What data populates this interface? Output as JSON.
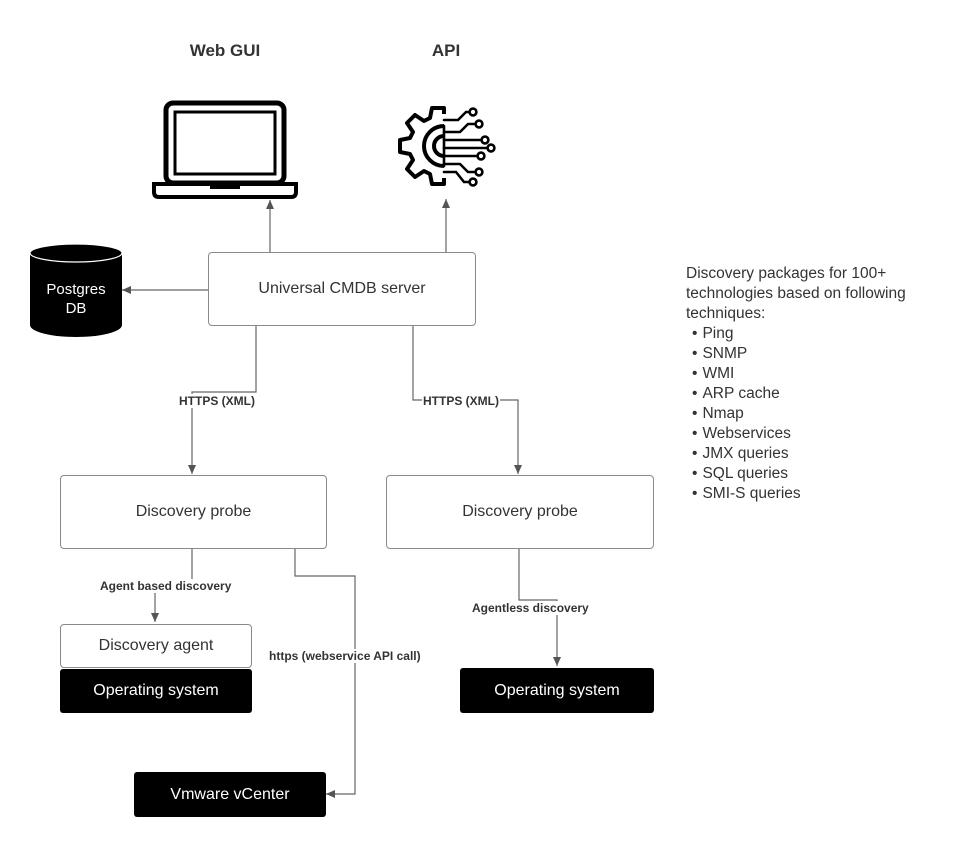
{
  "headings": {
    "web_gui": "Web GUI",
    "api": "API"
  },
  "nodes": {
    "cmdb_server": "Universal CMDB server",
    "postgres_line1": "Postgres",
    "postgres_line2": "DB",
    "probe_left": "Discovery probe",
    "probe_right": "Discovery probe",
    "discovery_agent": "Discovery agent",
    "os_left": "Operating system",
    "os_right": "Operating system",
    "vcenter": "Vmware vCenter"
  },
  "connections": {
    "https_left": "HTTPS (XML)",
    "https_right": "HTTPS (XML)",
    "agent_based": "Agent based discovery",
    "agentless": "Agentless discovery",
    "webservice": "https (webservice API call)"
  },
  "side_note": {
    "intro": "Discovery packages for 100+ technologies based on following techniques:",
    "techniques": [
      "Ping",
      "SNMP",
      "WMI",
      "ARP cache",
      "Nmap",
      "Webservices",
      "JMX queries",
      "SQL queries",
      "SMI-S queries"
    ]
  },
  "icons": {
    "web_gui": "laptop-icon",
    "api": "api-gear-circuit-icon",
    "database": "database-icon"
  }
}
